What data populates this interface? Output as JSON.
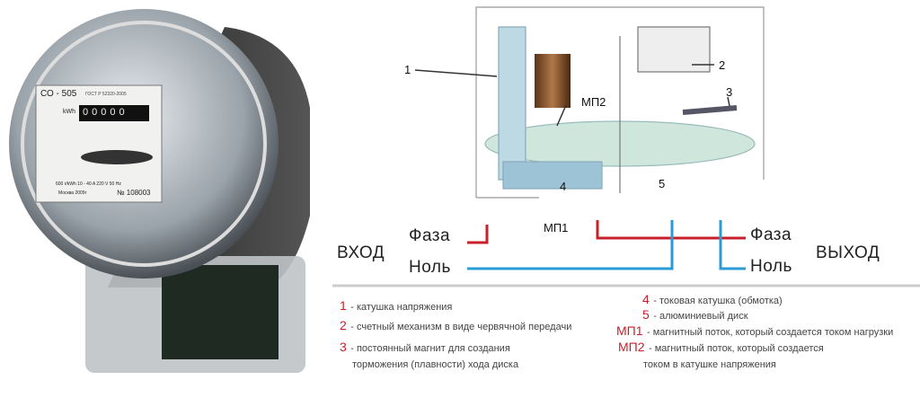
{
  "meter": {
    "model": "СО - 505",
    "standard": "ГОСТ Р 52320-2005",
    "unit": "kWh",
    "counter": "00000",
    "specs": "600 r/kWh  10 - 40 A  220 V  50 Hz",
    "made": "Москва 2009г",
    "serial": "№ 108003"
  },
  "diagram": {
    "callouts": [
      "1",
      "2",
      "3",
      "4",
      "5"
    ],
    "mp1": "МП1",
    "mp2": "МП2",
    "input_label": "ВХОД",
    "output_label": "ВЫХОД",
    "phase_in": "Фаза",
    "neutral_in": "Ноль",
    "phase_out": "Фаза",
    "neutral_out": "Ноль",
    "colors": {
      "phase": "#c8202a",
      "neutral": "#2a9bd6"
    }
  },
  "legend": [
    {
      "key": "1",
      "text": "- катушка напряжения"
    },
    {
      "key": "2",
      "text": "- счетный механизм в виде червячной передачи"
    },
    {
      "key": "3",
      "text": "- постоянный магнит для создания",
      "text2": "торможения (плавности) хода диска"
    },
    {
      "key": "4",
      "text": "- токовая катушка (обмотка)"
    },
    {
      "key": "5",
      "text": "- алюминиевый диск"
    },
    {
      "key": "МП1",
      "text": "- магнитный поток, который создается током нагрузки"
    },
    {
      "key": "МП2",
      "text": "- магнитный поток, который создается",
      "text2": "током в катушке напряжения"
    }
  ]
}
